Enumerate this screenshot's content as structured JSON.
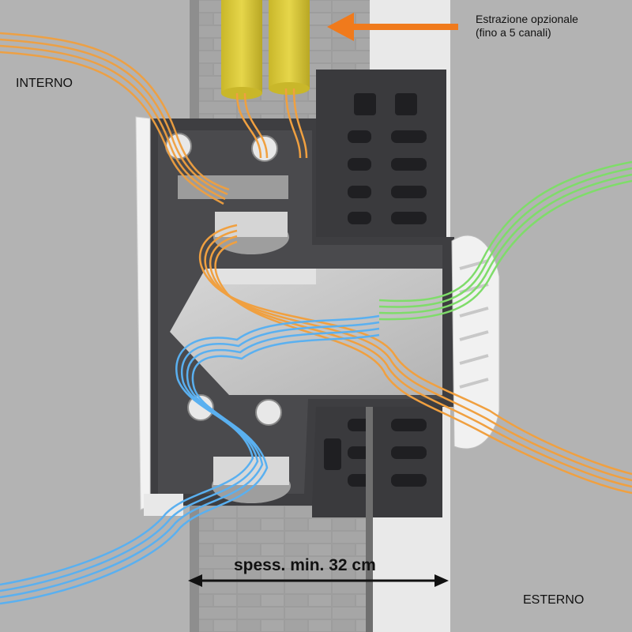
{
  "labels": {
    "interior": "INTERNO",
    "exterior": "ESTERNO",
    "extraction_line1": "Estrazione opzionale",
    "extraction_line2": "(fino a 5 canali)",
    "thickness": "spess. min. 32 cm"
  },
  "colors": {
    "background": "#b3b3b3",
    "wall_block": "#9a9a9a",
    "insulation_white": "#ececec",
    "eps_dark": "#3b3b3e",
    "duct_yellow": "#d8c832",
    "arrow_orange": "#f07a1c",
    "flow_exhaust": "#f0a040",
    "flow_fresh_outdoor": "#7fdc6a",
    "flow_supply_indoor": "#5ab0f0",
    "housing_white": "#f2f2f2"
  }
}
